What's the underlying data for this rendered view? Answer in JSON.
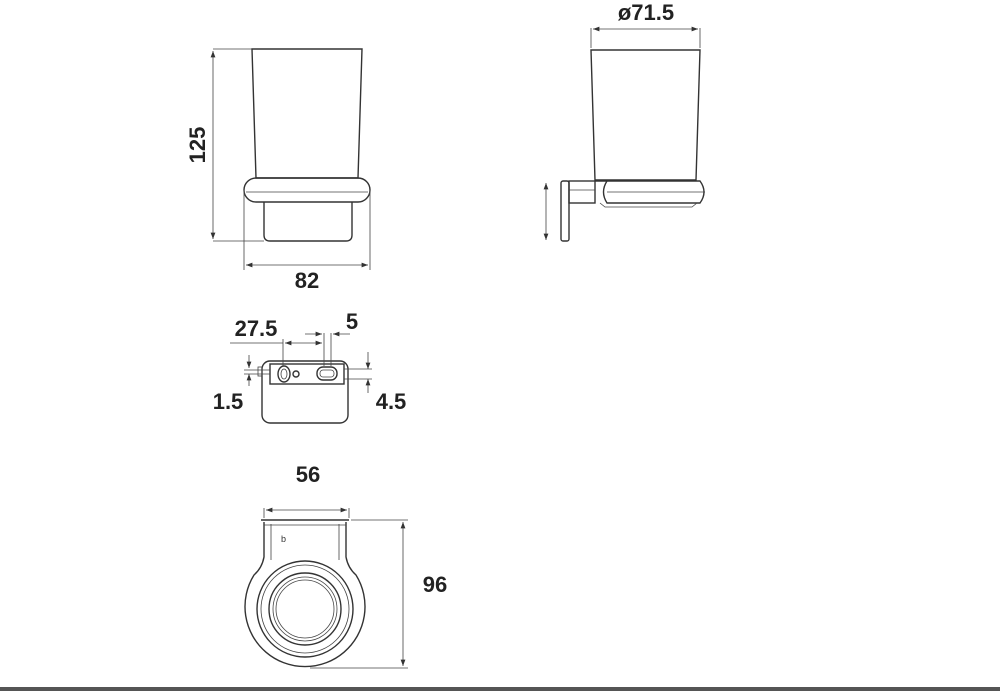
{
  "views": {
    "front": {
      "height_label": "125",
      "width_label": "82"
    },
    "side": {
      "diameter_label": "ø71.5"
    },
    "bracket": {
      "offset_label": "27.5",
      "slot_label": "5",
      "left_label": "1.5",
      "right_label": "4.5"
    },
    "top": {
      "width_label": "56",
      "depth_label": "96"
    }
  }
}
